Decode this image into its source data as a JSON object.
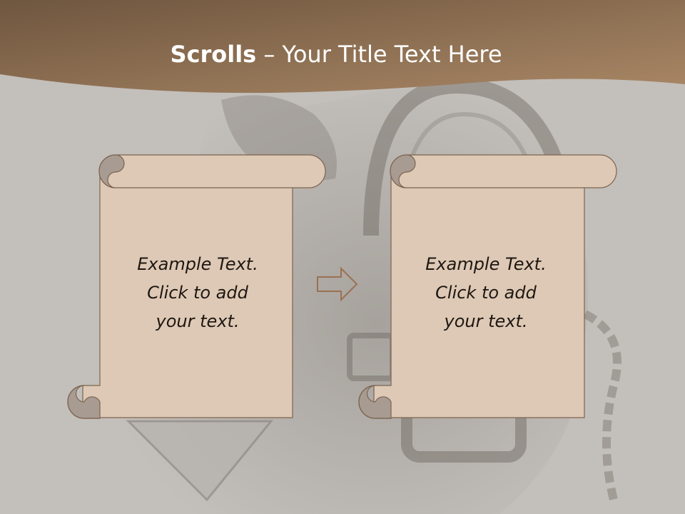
{
  "slide": {
    "title_bold": "Scrolls",
    "title_rest": "– Your Title Text Here",
    "colors": {
      "header_dark": "#6f563f",
      "header_light": "#a98765",
      "background": "#c3bfbb",
      "scroll_fill": "#ddc9b5",
      "scroll_curl": "#a79b92",
      "scroll_stroke": "#7d6450",
      "arrow_stroke": "#9a7152"
    },
    "scrolls": [
      {
        "text": "Example Text.\nClick  to add\nyour text."
      },
      {
        "text": "Example Text.\nClick  to add\nyour text."
      }
    ],
    "arrow": {
      "icon": "right-arrow-outline-icon"
    }
  }
}
